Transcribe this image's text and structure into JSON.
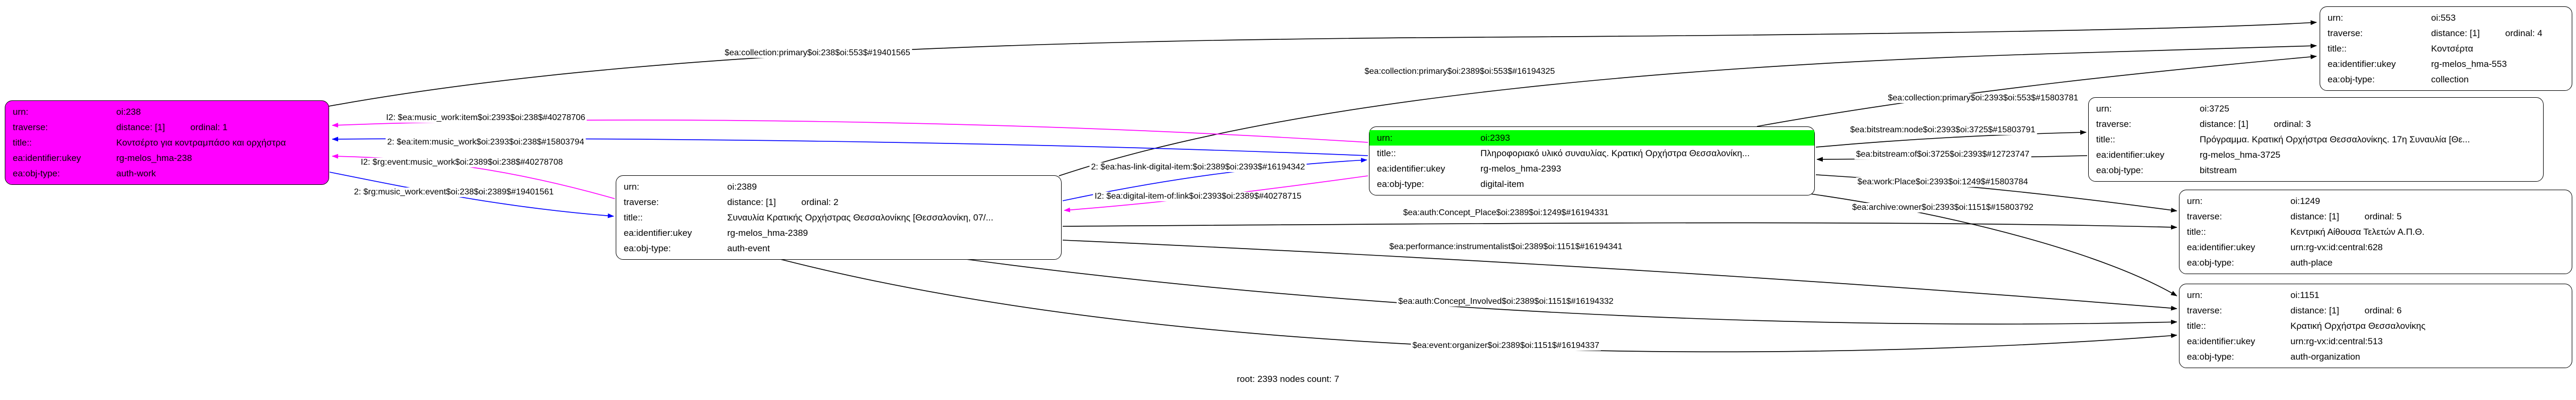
{
  "graph": {
    "footer": "root: 2393 nodes count: 7",
    "colors": {
      "edge_default": "#000000",
      "edge_traverse": "#0000ff",
      "edge_inverse": "#ff00ff",
      "node_start_fill": "#ff00ff",
      "node_root_row_fill": "#00ff00",
      "node_fill": "#ffffff",
      "node_border": "#000000"
    },
    "nodes": [
      {
        "id": "oi:238",
        "obj_type": "auth-work",
        "rows": [
          {
            "label": "urn:",
            "value": "oi:238"
          },
          {
            "label": "traverse:",
            "value": "distance: [1]",
            "extra": "ordinal: 1"
          },
          {
            "label": "title::",
            "value": "Κοντσέρτο για κοντραμπάσο και ορχήστρα"
          },
          {
            "label": "ea:identifier:ukey",
            "value": "rg-melos_hma-238"
          },
          {
            "label": "ea:obj-type:",
            "value": "auth-work"
          }
        ]
      },
      {
        "id": "oi:2389",
        "obj_type": "auth-event",
        "rows": [
          {
            "label": "urn:",
            "value": "oi:2389"
          },
          {
            "label": "traverse:",
            "value": "distance: [1]",
            "extra": "ordinal: 2"
          },
          {
            "label": "title::",
            "value": "Συναυλία Κρατικής Ορχήστρας Θεσσαλονίκης [Θεσσαλονίκη, 07/..."
          },
          {
            "label": "ea:identifier:ukey",
            "value": "rg-melos_hma-2389"
          },
          {
            "label": "ea:obj-type:",
            "value": "auth-event"
          }
        ]
      },
      {
        "id": "oi:2393",
        "obj_type": "digital-item",
        "rows": [
          {
            "label": "urn:",
            "value": "oi:2393"
          },
          {
            "label": "title::",
            "value": "Πληροφοριακό υλικό συναυλίας. Κρατική Ορχήστρα Θεσσαλονίκη..."
          },
          {
            "label": "ea:identifier:ukey",
            "value": "rg-melos_hma-2393"
          },
          {
            "label": "ea:obj-type:",
            "value": "digital-item"
          }
        ]
      },
      {
        "id": "oi:553",
        "obj_type": "collection",
        "rows": [
          {
            "label": "urn:",
            "value": "oi:553"
          },
          {
            "label": "traverse:",
            "value": "distance: [1]",
            "extra": "ordinal: 4"
          },
          {
            "label": "title::",
            "value": "Κοντσέρτα"
          },
          {
            "label": "ea:identifier:ukey",
            "value": "rg-melos_hma-553"
          },
          {
            "label": "ea:obj-type:",
            "value": "collection"
          }
        ]
      },
      {
        "id": "oi:3725",
        "obj_type": "bitstream",
        "rows": [
          {
            "label": "urn:",
            "value": "oi:3725"
          },
          {
            "label": "traverse:",
            "value": "distance: [1]",
            "extra": "ordinal: 3"
          },
          {
            "label": "title::",
            "value": "Πρόγραμμα. Κρατική Ορχήστρα Θεσσαλονίκης. 17η Συναυλία [Θε..."
          },
          {
            "label": "ea:identifier:ukey",
            "value": "rg-melos_hma-3725"
          },
          {
            "label": "ea:obj-type:",
            "value": "bitstream"
          }
        ]
      },
      {
        "id": "oi:1249",
        "obj_type": "auth-place",
        "rows": [
          {
            "label": "urn:",
            "value": "oi:1249"
          },
          {
            "label": "traverse:",
            "value": "distance: [1]",
            "extra": "ordinal: 5"
          },
          {
            "label": "title::",
            "value": "Κεντρική Αίθουσα Τελετών Α.Π.Θ."
          },
          {
            "label": "ea:identifier:ukey",
            "value": "urn:rg-vx:id:central:628"
          },
          {
            "label": "ea:obj-type:",
            "value": "auth-place"
          }
        ]
      },
      {
        "id": "oi:1151",
        "obj_type": "auth-organization",
        "rows": [
          {
            "label": "urn:",
            "value": "oi:1151"
          },
          {
            "label": "traverse:",
            "value": "distance: [1]",
            "extra": "ordinal: 6"
          },
          {
            "label": "title::",
            "value": "Κρατική Ορχήστρα Θεσσαλονίκης"
          },
          {
            "label": "ea:identifier:ukey",
            "value": "urn:rg-vx:id:central:513"
          },
          {
            "label": "ea:obj-type:",
            "value": "auth-organization"
          }
        ]
      }
    ],
    "edges": [
      {
        "label": "$ea:collection:primary$oi:238$oi:553$#19401565",
        "color": "#000000"
      },
      {
        "label": "$ea:collection:primary$oi:2389$oi:553$#16194325",
        "color": "#000000"
      },
      {
        "label": "I2: $ea:music_work:item$oi:2393$oi:238$#40278706",
        "color": "#ff00ff"
      },
      {
        "label": "2: $ea:item:music_work$oi:2393$oi:238$#15803794",
        "color": "#0000ff"
      },
      {
        "label": "I2: $rg:event:music_work$oi:2389$oi:238$#40278708",
        "color": "#ff00ff"
      },
      {
        "label": "2: $rg:music_work:event$oi:238$oi:2389$#19401561",
        "color": "#0000ff"
      },
      {
        "label": "2: $ea:has-link-digital-item:$oi:2389$oi:2393$#16194342",
        "color": "#0000ff"
      },
      {
        "label": "I2: $ea:digital-item-of:link$oi:2393$oi:2389$#40278715",
        "color": "#ff00ff"
      },
      {
        "label": "$ea:collection:primary$oi:2393$oi:553$#15803781",
        "color": "#000000"
      },
      {
        "label": "$ea:bitstream:node$oi:2393$oi:3725$#15803791",
        "color": "#000000"
      },
      {
        "label": "$ea:bitstream:of$oi:3725$oi:2393$#12723747",
        "color": "#000000"
      },
      {
        "label": "$ea:work:Place$oi:2393$oi:1249$#15803784",
        "color": "#000000"
      },
      {
        "label": "$ea:archive:owner$oi:2393$oi:1151$#15803792",
        "color": "#000000"
      },
      {
        "label": "$ea:auth:Concept_Place$oi:2389$oi:1249$#16194331",
        "color": "#000000"
      },
      {
        "label": "$ea:performance:instrumentalist$oi:2389$oi:1151$#16194341",
        "color": "#000000"
      },
      {
        "label": "$ea:auth:Concept_Involved$oi:2389$oi:1151$#16194332",
        "color": "#000000"
      },
      {
        "label": "$ea:event:organizer$oi:2389$oi:1151$#16194337",
        "color": "#000000"
      }
    ]
  }
}
